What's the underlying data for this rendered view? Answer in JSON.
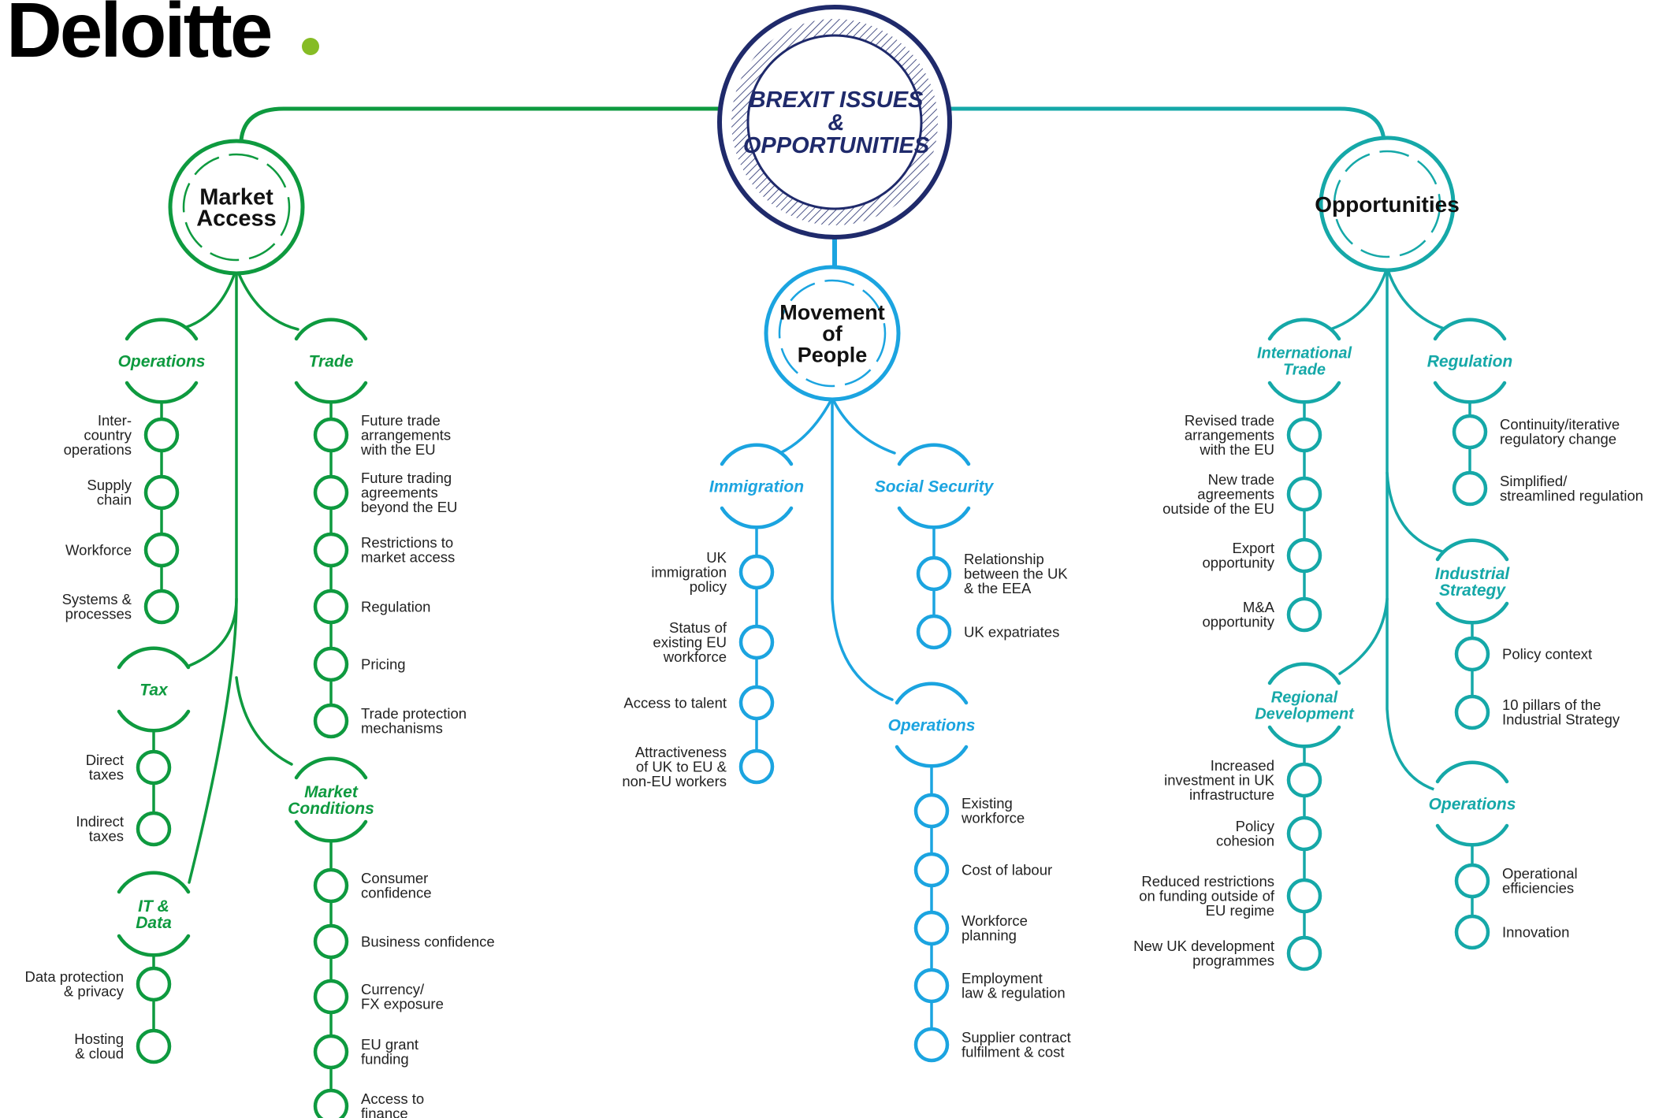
{
  "brand": {
    "name": "Deloitte",
    "dot_color": "#86BC25"
  },
  "colors": {
    "navy": "#1F2A6B",
    "green": "#0E9A3F",
    "blue": "#1BA4E0",
    "teal": "#15A8A8",
    "text": "#222222"
  },
  "center": {
    "title": [
      "BREXIT ISSUES",
      "&",
      "OPPORTUNITIES"
    ]
  },
  "market_access": {
    "title": [
      "Market",
      "Access"
    ],
    "operations": {
      "label": [
        "Operations"
      ],
      "items": [
        [
          "Inter-",
          "country",
          "operations"
        ],
        [
          "Supply",
          "chain"
        ],
        [
          "Workforce"
        ],
        [
          "Systems &",
          "processes"
        ]
      ]
    },
    "trade": {
      "label": [
        "Trade"
      ],
      "items": [
        [
          "Future trade",
          "arrangements",
          "with the EU"
        ],
        [
          "Future trading",
          "agreements",
          "beyond the EU"
        ],
        [
          "Restrictions to",
          "market access"
        ],
        [
          "Regulation"
        ],
        [
          "Pricing"
        ],
        [
          "Trade protection",
          "mechanisms"
        ]
      ]
    },
    "tax": {
      "label": [
        "Tax"
      ],
      "items": [
        [
          "Direct",
          "taxes"
        ],
        [
          "Indirect",
          "taxes"
        ]
      ]
    },
    "it_data": {
      "label": [
        "IT &",
        "Data"
      ],
      "items": [
        [
          "Data protection",
          "& privacy"
        ],
        [
          "Hosting",
          "& cloud"
        ]
      ]
    },
    "market_conditions": {
      "label": [
        "Market",
        "Conditions"
      ],
      "items": [
        [
          "Consumer",
          "confidence"
        ],
        [
          "Business confidence"
        ],
        [
          "Currency/",
          "FX exposure"
        ],
        [
          "EU grant",
          "funding"
        ],
        [
          "Access to",
          "finance"
        ]
      ]
    }
  },
  "movement_of_people": {
    "title": [
      "Movement",
      "of",
      "People"
    ],
    "immigration": {
      "label": [
        "Immigration"
      ],
      "items": [
        [
          "UK",
          "immigration",
          "policy"
        ],
        [
          "Status of",
          "existing EU",
          "workforce"
        ],
        [
          "Access to talent"
        ],
        [
          "Attractiveness",
          "of UK to EU &",
          "non-EU workers"
        ]
      ]
    },
    "social_security": {
      "label": [
        "Social Security"
      ],
      "items": [
        [
          "Relationship",
          "between the UK",
          "& the EEA"
        ],
        [
          "UK expatriates"
        ]
      ]
    },
    "operations": {
      "label": [
        "Operations"
      ],
      "items": [
        [
          "Existing",
          "workforce"
        ],
        [
          "Cost of labour"
        ],
        [
          "Workforce",
          "planning"
        ],
        [
          "Employment",
          "law & regulation"
        ],
        [
          "Supplier contract",
          "fulfilment & cost"
        ]
      ]
    }
  },
  "opportunities": {
    "title": [
      "Opportunities"
    ],
    "international_trade": {
      "label": [
        "International",
        "Trade"
      ],
      "items": [
        [
          "Revised trade",
          "arrangements",
          "with the EU"
        ],
        [
          "New trade",
          "agreements",
          "outside of the EU"
        ],
        [
          "Export",
          "opportunity"
        ],
        [
          "M&A",
          "opportunity"
        ]
      ]
    },
    "regulation": {
      "label": [
        "Regulation"
      ],
      "items": [
        [
          "Continuity/iterative",
          "regulatory change"
        ],
        [
          "Simplified/",
          "streamlined regulation"
        ]
      ]
    },
    "industrial_strategy": {
      "label": [
        "Industrial",
        "Strategy"
      ],
      "items": [
        [
          "Policy context"
        ],
        [
          "10 pillars of the",
          "Industrial Strategy"
        ]
      ]
    },
    "regional_development": {
      "label": [
        "Regional",
        "Development"
      ],
      "items": [
        [
          "Increased",
          "investment in UK",
          "infrastructure"
        ],
        [
          "Policy",
          "cohesion"
        ],
        [
          "Reduced restrictions",
          "on funding outside of",
          "EU regime"
        ],
        [
          "New UK development",
          "programmes"
        ]
      ]
    },
    "operations": {
      "label": [
        "Operations"
      ],
      "items": [
        [
          "Operational",
          "efficiencies"
        ],
        [
          "Innovation"
        ]
      ]
    }
  }
}
